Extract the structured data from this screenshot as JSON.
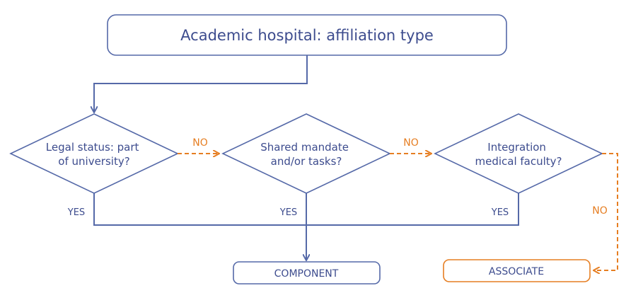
{
  "title": "Academic hospital: affiliation type",
  "decisions": [
    {
      "lines": [
        "Legal status: part",
        "of university?"
      ],
      "yes_label": "YES",
      "no_label": "NO"
    },
    {
      "lines": [
        "Shared mandate",
        "and/or tasks?"
      ],
      "yes_label": "YES",
      "no_label": "NO"
    },
    {
      "lines": [
        "Integration",
        "medical faculty?"
      ],
      "yes_label": "YES",
      "no_label": "NO"
    }
  ],
  "outcomes": {
    "component": "COMPONENT",
    "associate": "ASSOCIATE"
  },
  "colors": {
    "blue": "#5569a8",
    "text_blue": "#3d4c8e",
    "orange": "#e67e22"
  }
}
